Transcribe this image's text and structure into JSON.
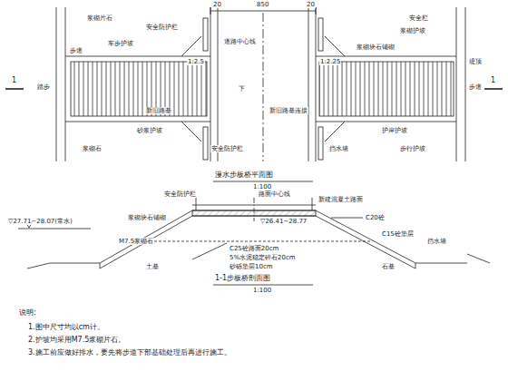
{
  "diagram": {
    "labels": [
      "20",
      "850",
      "20",
      "浆砌片石",
      "安全防护栏",
      "车步护坡",
      "1:2.5",
      "步道",
      "踏步",
      "新旧路基",
      "砂浆护坡",
      "浆砌石",
      "安全防护栏",
      "道路中心线",
      "下",
      "新旧路基连接",
      "安全栏",
      "浆砌护坡",
      "浆砌块石铺砌",
      "1:2.25",
      "堤顶",
      "步道",
      "护岸护坡",
      "挡水墙",
      "步行护坡",
      "1",
      "1",
      "漫水步板桥平面图",
      "1:100",
      "安全防护栏",
      "路面中心线",
      "新建混凝土路面",
      "▽26.41~28.77",
      "C20砼",
      "浆砌块石铺砌",
      "M7.5浆砌石",
      "C15砼垫层",
      "挡水墙",
      "▽27.71~28.07(常水)",
      "土基",
      "石基",
      "C25砼路面20cm",
      "5%水泥稳定碎石20cm",
      "砂砾垫层10cm",
      "1-1步板桥剖面图",
      "1:100",
      "说明:",
      "1.图中尺寸均以cm计。",
      "2.护坡均采用M7.5浆砌片石。",
      "3.施工前应做好排水，要先将步道下部基础处理后再进行施工。"
    ]
  }
}
